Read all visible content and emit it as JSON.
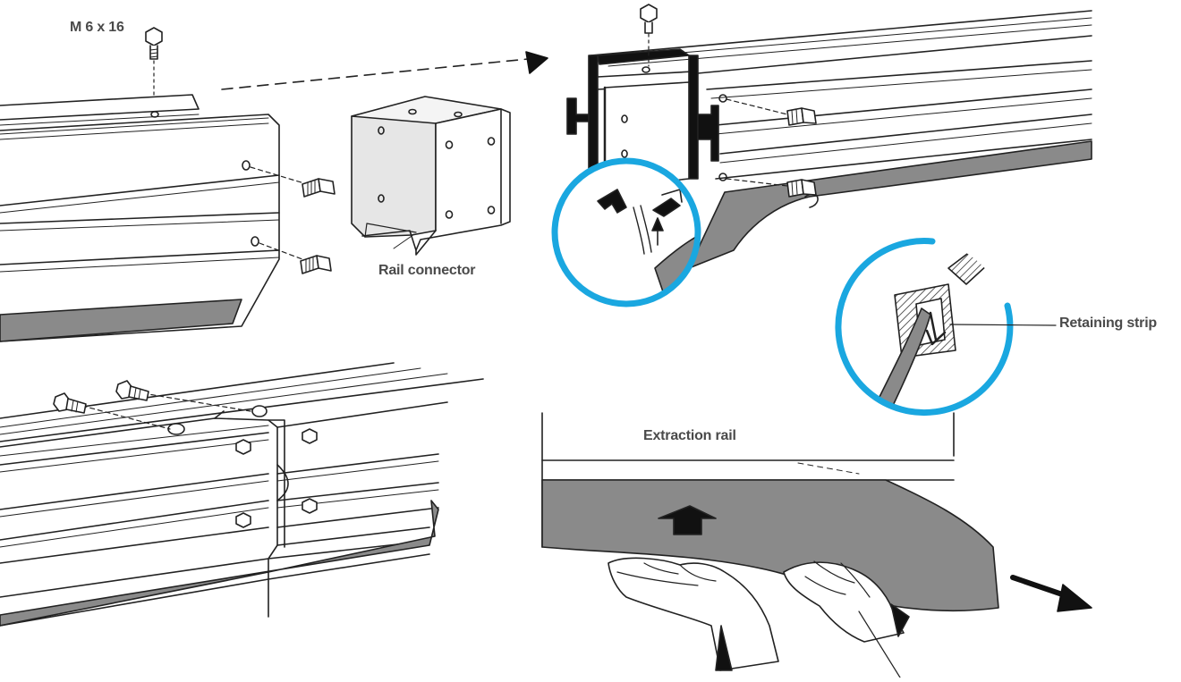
{
  "labels": {
    "bolt_size": "M 6 x 16",
    "rail_connector": "Rail connector",
    "retaining_strip": "Retaining strip",
    "extraction_rail": "Extraction rail"
  },
  "colors": {
    "detail_circle": "#1aa7e0",
    "strip_fill": "#8a8a8a",
    "line": "#222222",
    "label_text": "#4a4a4a",
    "connector_fill": "#e6e6e6"
  }
}
